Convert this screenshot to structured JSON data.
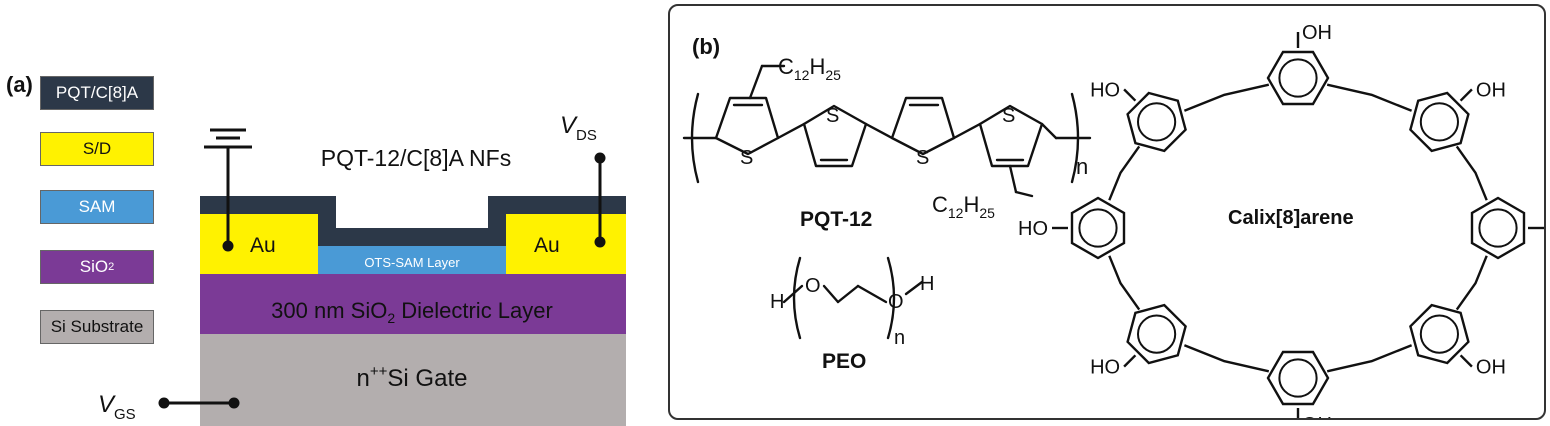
{
  "panel_a": {
    "label": "(a)",
    "legend": [
      {
        "text": "PQT/C[8]A",
        "color": "#2c3848",
        "text_color": "#ffffff"
      },
      {
        "text": "S/D",
        "color": "#fff200",
        "text_color": "#111111"
      },
      {
        "text": "SAM",
        "color": "#4a9ad6",
        "text_color": "#ffffff"
      },
      {
        "text_main": "SiO",
        "text_sub": "2",
        "color": "#7b3a96",
        "text_color": "#ffffff"
      },
      {
        "text": "Si Substrate",
        "color": "#b3aeae",
        "text_color": "#111111"
      }
    ],
    "device": {
      "nf_label": "PQT-12/C[8]A NFs",
      "source_label": "Au",
      "drain_label": "Au",
      "sam_label": "OTS-SAM Layer",
      "dielectric_pre": "300 nm SiO",
      "dielectric_sub": "2",
      "dielectric_post": " Dielectric Layer",
      "gate_pre": "n",
      "gate_sup": "++",
      "gate_post": "Si Gate",
      "vds_main": "V",
      "vds_sub": "DS",
      "vgs_main": "V",
      "vgs_sub": "GS"
    },
    "colors": {
      "nf": "#2c3848",
      "au": "#fff200",
      "sam": "#4a9ad6",
      "sio2": "#7b3a96",
      "si": "#b3aeae"
    }
  },
  "panel_b": {
    "label": "(b)",
    "pqt": {
      "name": "PQT-12",
      "c_main": "C",
      "c_sub1": "12",
      "h_main": "H",
      "h_sub1": "25",
      "sulfur": "S",
      "repeat": "n"
    },
    "peo": {
      "name": "PEO",
      "h": "H",
      "o": "O",
      "repeat": "n"
    },
    "calix": {
      "name": "Calix[8]arene",
      "oh": "OH",
      "ho": "HO"
    }
  }
}
